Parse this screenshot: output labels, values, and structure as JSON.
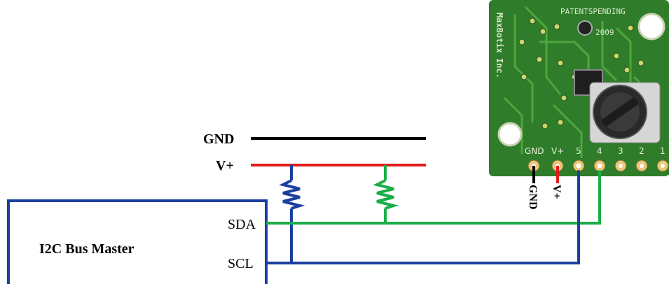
{
  "rails": {
    "gnd_label": "GND",
    "vplus_label": "V+"
  },
  "master": {
    "title": "I2C Bus Master",
    "sda_label": "SDA",
    "scl_label": "SCL"
  },
  "sensor": {
    "brand_text": "MaxBotix Inc.",
    "patents_text": "PATENTSPENDING",
    "year_text": "2009",
    "pin_labels": [
      "GND",
      "V+",
      "5",
      "4",
      "3",
      "2",
      "1"
    ],
    "gnd_wire_label": "GND",
    "vplus_wire_label": "V+"
  },
  "colors": {
    "gnd_wire": "#000000",
    "vplus_wire": "#e31b1b",
    "scl_wire": "#1a3fa0",
    "sda_wire": "#1aae48",
    "pcb": "#2f7d2a"
  }
}
